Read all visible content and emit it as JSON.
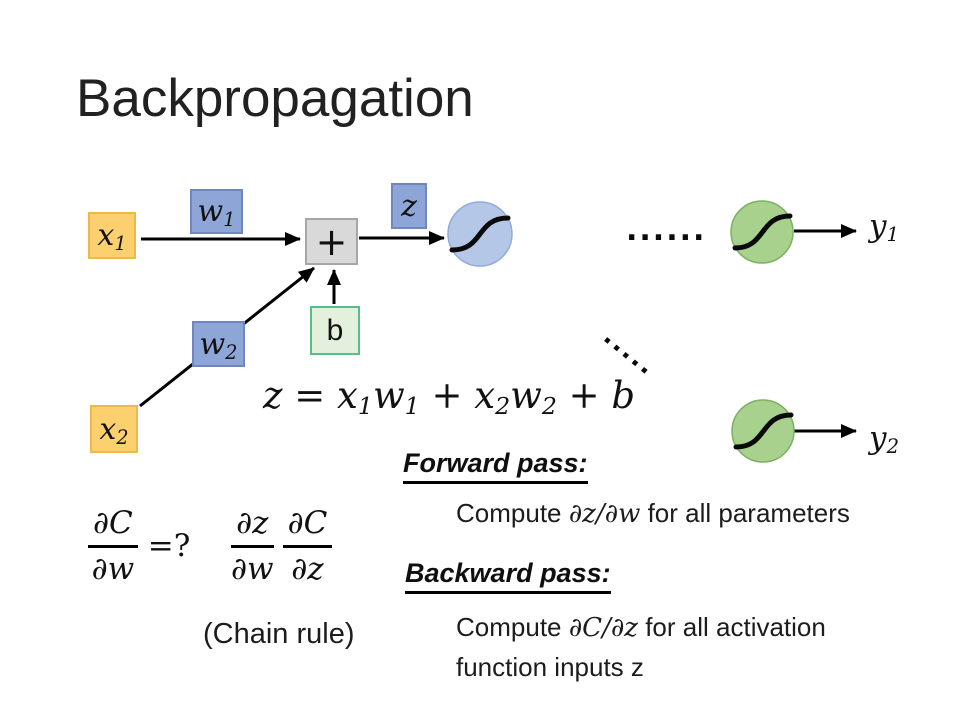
{
  "title": "Backpropagation",
  "diagram": {
    "x1": {
      "base": "x",
      "sub": "1"
    },
    "x2": {
      "base": "x",
      "sub": "2"
    },
    "w1": {
      "base": "w",
      "sub": "1"
    },
    "w2": {
      "base": "w",
      "sub": "2"
    },
    "z_label": "z",
    "sum_label": "+",
    "bias_label": "b",
    "dots_horizontal": "......",
    "dots_diagonal": ".....",
    "y1": {
      "base": "y",
      "sub": "1"
    },
    "y2": {
      "base": "y",
      "sub": "2"
    }
  },
  "equation": {
    "p0": "z = x",
    "s0": "1",
    "p1": "w",
    "s1": "1",
    "p2": " + x",
    "s2": "2",
    "p3": "w",
    "s3": "2",
    "p4": " + b"
  },
  "chain_rule": {
    "frac_question": {
      "num": "∂C",
      "den": "∂w"
    },
    "equals_question": "=?",
    "frac_a": {
      "num": "∂z",
      "den": "∂w"
    },
    "frac_b": {
      "num": "∂C",
      "den": "∂z"
    },
    "caption": "(Chain rule)"
  },
  "forward_pass": {
    "heading": "Forward pass:",
    "pre": "Compute ",
    "math": "∂z/∂w",
    "post": " for all parameters"
  },
  "backward_pass": {
    "heading": "Backward pass:",
    "pre": "Compute ",
    "math": "∂C/∂z",
    "post": " for all activation",
    "line2": "function inputs z"
  },
  "colors": {
    "input_fill": "#FCD06E",
    "input_border": "#EEB94C",
    "weight_fill": "#8EA5D8",
    "weight_border": "#7185BE",
    "sum_fill": "#D9D9D9",
    "sum_border": "#A6A6A6",
    "bias_fill": "#E3F0DC",
    "bias_border": "#55BE8B",
    "neuron_blue_fill": "#B4C7E7",
    "neuron_blue_border": "#8FAADC",
    "neuron_green_fill": "#A9D18E",
    "neuron_green_border": "#7FAF63",
    "text": "#1c1c1c"
  }
}
